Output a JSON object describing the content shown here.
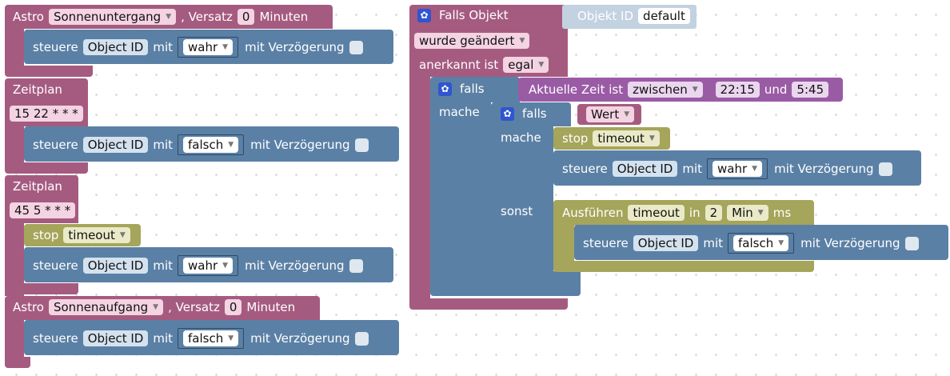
{
  "astro1": {
    "title": "Astro",
    "event": "Sonnenuntergang",
    "offset_label": ", Versatz",
    "offset": "0",
    "unit": "Minuten"
  },
  "astro1_set": {
    "steuere": "steuere",
    "object": "Object ID",
    "mit": "mit",
    "value": "wahr",
    "delay": "mit Verzögerung"
  },
  "sched1": {
    "title": "Zeitplan",
    "cron": "15 22 * * *"
  },
  "sched1_set": {
    "steuere": "steuere",
    "object": "Object ID",
    "mit": "mit",
    "value": "falsch",
    "delay": "mit Verzögerung"
  },
  "sched2": {
    "title": "Zeitplan",
    "cron": "45 5 * * *"
  },
  "sched2_stop": {
    "label": "stop",
    "timer": "timeout"
  },
  "sched2_set": {
    "steuere": "steuere",
    "object": "Object ID",
    "mit": "mit",
    "value": "wahr",
    "delay": "mit Verzögerung"
  },
  "astro2": {
    "title": "Astro",
    "event": "Sonnenaufgang",
    "offset_label": ", Versatz",
    "offset": "0",
    "unit": "Minuten"
  },
  "astro2_set": {
    "steuere": "steuere",
    "object": "Object ID",
    "mit": "mit",
    "value": "falsch",
    "delay": "mit Verzögerung"
  },
  "trigger": {
    "title": "Falls Objekt",
    "object_label": "Objekt ID",
    "object_value": "default",
    "changed": "wurde geändert",
    "ack_label": "anerkannt ist",
    "ack_value": "egal"
  },
  "if1": {
    "falls": "falls",
    "mache": "mache",
    "time_label": "Aktuelle Zeit ist",
    "mode": "zwischen",
    "start": "22:15",
    "und": "und",
    "end": "5:45"
  },
  "if2": {
    "falls": "falls",
    "value": "Wert",
    "mache": "mache",
    "sonst": "sonst"
  },
  "if2_stop": {
    "label": "stop",
    "timer": "timeout"
  },
  "if2_set": {
    "steuere": "steuere",
    "object": "Object ID",
    "mit": "mit",
    "value": "wahr",
    "delay": "mit Verzögerung"
  },
  "timer": {
    "label": "Ausführen",
    "name": "timeout",
    "in": "in",
    "amount": "2",
    "unit": "Min",
    "ms": "ms"
  },
  "timer_set": {
    "steuere": "steuere",
    "object": "Object ID",
    "mit": "mit",
    "value": "falsch",
    "delay": "mit Verzögerung"
  },
  "colors": {
    "event": "#a55b80",
    "action": "#5b80a5",
    "timer": "#a5a55b",
    "time": "#9a5ba5"
  }
}
